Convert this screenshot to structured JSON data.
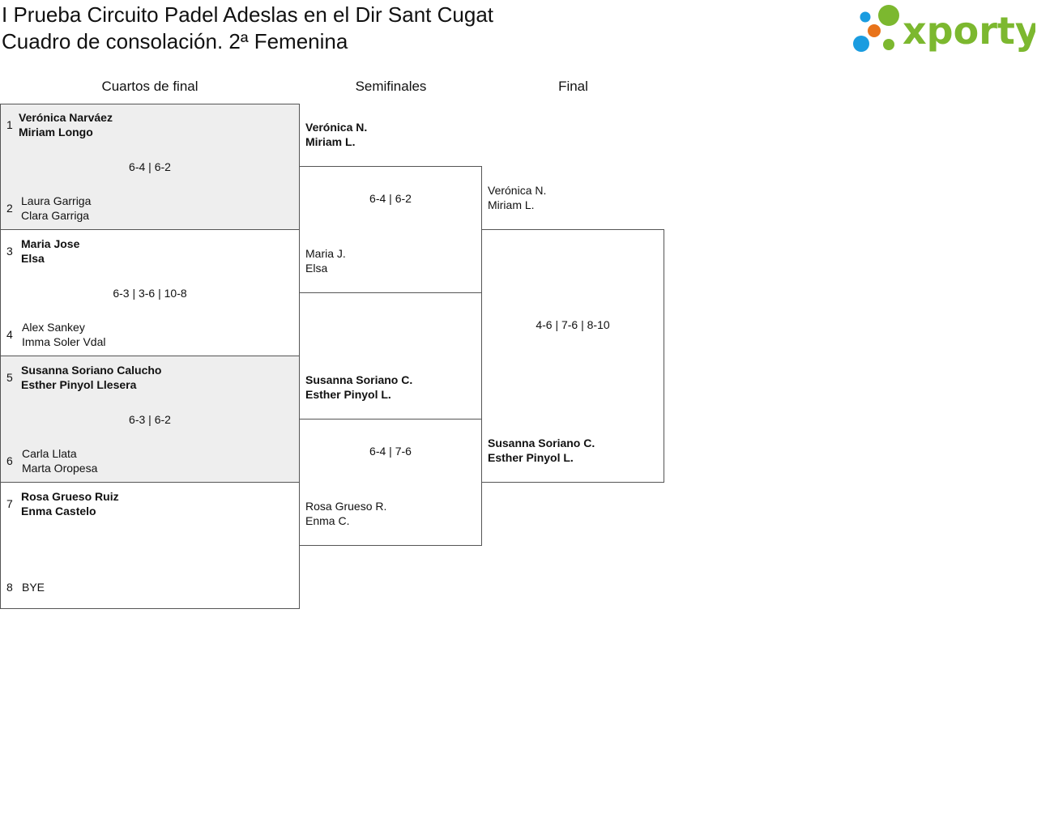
{
  "header": {
    "title": "I Prueba Circuito Padel Adeslas en el Dir Sant Cugat",
    "subtitle": "Cuadro de consolación. 2ª Femenina",
    "logo_text": "xporty",
    "logo_colors": {
      "green": "#7cb82f",
      "blue": "#1a9ce0",
      "orange": "#e8731a"
    }
  },
  "rounds": {
    "qf": "Cuartos de final",
    "sf": "Semifinales",
    "final": "Final"
  },
  "qf": [
    {
      "score": "6-4 | 6-2",
      "top": {
        "seed": "1",
        "p1": "Verónica Narváez",
        "p2": "Miriam Longo"
      },
      "bottom": {
        "seed": "2",
        "p1": "Laura Garriga",
        "p2": "Clara Garriga"
      }
    },
    {
      "score": "6-3 | 3-6 | 10-8",
      "top": {
        "seed": "3",
        "p1": "Maria Jose",
        "p2": "Elsa"
      },
      "bottom": {
        "seed": "4",
        "p1": "Alex Sankey",
        "p2": "Imma Soler Vdal"
      }
    },
    {
      "score": "6-3 | 6-2",
      "top": {
        "seed": "5",
        "p1": "Susanna Soriano Calucho",
        "p2": "Esther Pinyol Llesera"
      },
      "bottom": {
        "seed": "6",
        "p1": "Carla Llata",
        "p2": "Marta Oropesa"
      }
    },
    {
      "score": "",
      "top": {
        "seed": "7",
        "p1": "Rosa Grueso Ruiz",
        "p2": "Enma Castelo"
      },
      "bottom": {
        "seed": "8",
        "p1": "BYE",
        "p2": ""
      }
    }
  ],
  "sf": [
    {
      "score": "6-4 | 6-2",
      "top": {
        "p1": "Verónica N.",
        "p2": "Miriam L."
      },
      "bottom": {
        "p1": "Maria J.",
        "p2": "Elsa"
      }
    },
    {
      "score": "6-4 | 7-6",
      "top": {
        "p1": "Susanna Soriano C.",
        "p2": "Esther Pinyol L."
      },
      "bottom": {
        "p1": "Rosa Grueso R.",
        "p2": "Enma C."
      }
    }
  ],
  "final": {
    "score": "4-6 | 7-6 | 8-10",
    "top": {
      "p1": "Verónica N.",
      "p2": "Miriam L."
    },
    "bottom": {
      "p1": "Susanna Soriano C.",
      "p2": "Esther Pinyol L."
    }
  }
}
